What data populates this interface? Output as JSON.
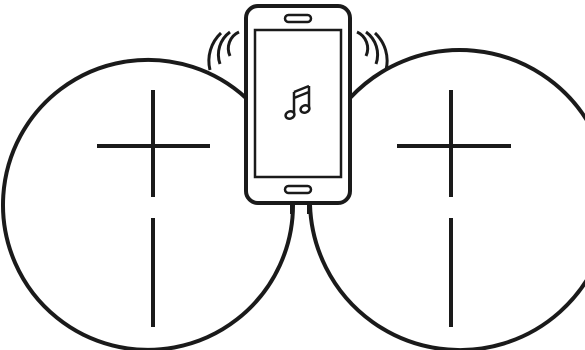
{
  "diagram": {
    "colors": {
      "background": "#ffffff",
      "stroke": "#1a1a1a"
    },
    "phone": {
      "screen_icon": "music-note-icon"
    },
    "speakers": [
      {
        "name": "left-speaker",
        "symbol": "plus-minus"
      },
      {
        "name": "right-speaker",
        "symbol": "plus-minus"
      }
    ]
  }
}
